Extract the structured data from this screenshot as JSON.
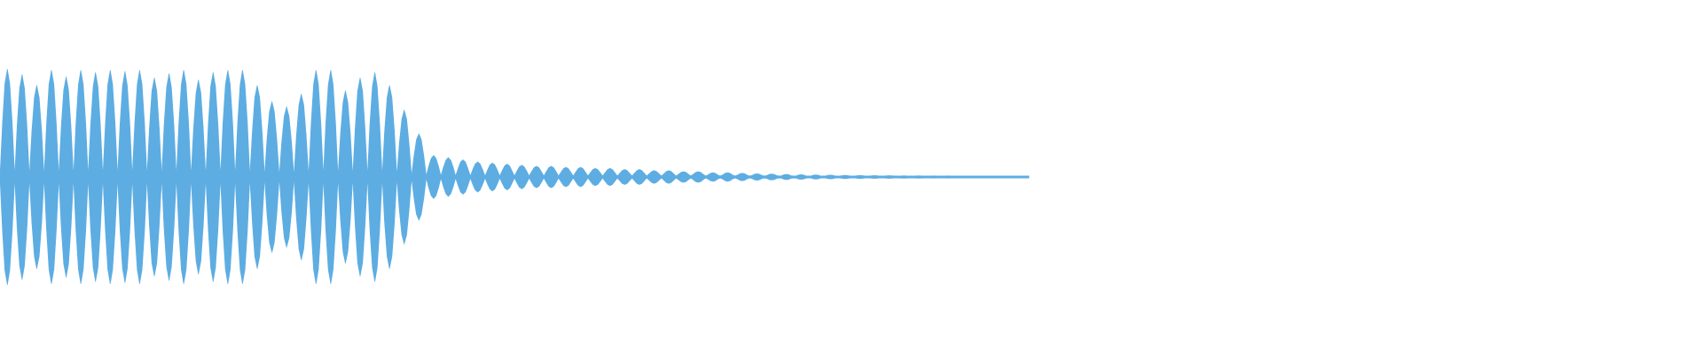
{
  "waveform": {
    "color": "#5DADE2",
    "background": "#ffffff",
    "envelope": [
      1.0,
      0.95,
      0.85,
      0.99,
      0.93,
      0.99,
      0.97,
      0.99,
      0.98,
      0.99,
      0.92,
      0.96,
      0.99,
      0.9,
      0.97,
      0.99,
      0.99,
      0.85,
      0.7,
      0.65,
      0.77,
      0.99,
      0.99,
      0.8,
      0.92,
      0.97,
      0.85,
      0.62,
      0.4,
      0.2,
      0.18,
      0.16,
      0.14,
      0.13,
      0.12,
      0.11,
      0.1,
      0.1,
      0.09,
      0.09,
      0.08,
      0.08,
      0.07,
      0.07,
      0.06,
      0.06,
      0.05,
      0.05,
      0.04,
      0.04,
      0.035,
      0.03,
      0.028,
      0.025,
      0.022,
      0.02,
      0.018,
      0.016,
      0.015,
      0.014,
      0.013,
      0.012,
      0.012,
      0.011,
      0.011,
      0.01,
      0.01,
      0.009,
      0.009,
      0.008
    ]
  }
}
